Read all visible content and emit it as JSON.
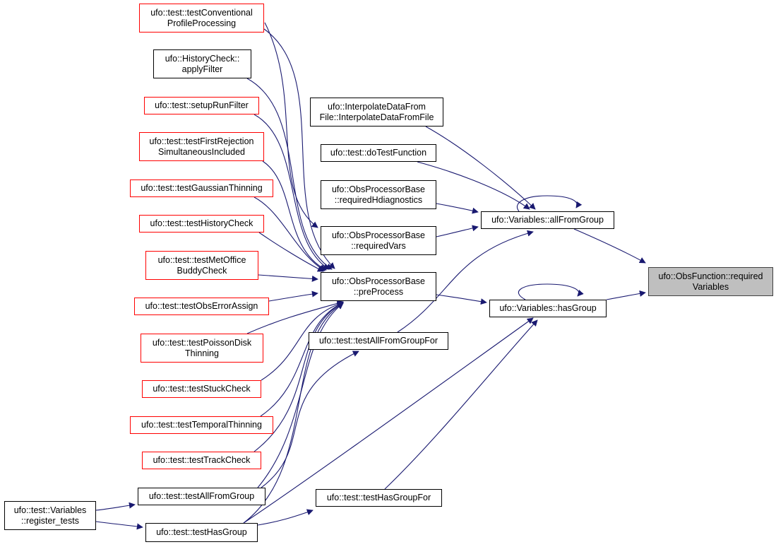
{
  "colors": {
    "edge": "#191970",
    "border_default": "#000000",
    "border_missing": "#ff0000",
    "root_fill": "#bfbfbf"
  },
  "nodes": {
    "required_variables": "ufo::ObsFunction::required\nVariables",
    "all_from_group": "ufo::Variables::allFromGroup",
    "has_group": "ufo::Variables::hasGroup",
    "interpolate": "ufo::InterpolateDataFrom\nFile::InterpolateDataFromFile",
    "do_test_function": "ufo::test::doTestFunction",
    "required_hdiagnostics": "ufo::ObsProcessorBase\n::requiredHdiagnostics",
    "required_vars": "ufo::ObsProcessorBase\n::requiredVars",
    "pre_process": "ufo::ObsProcessorBase\n::preProcess",
    "test_all_from_group_for": "ufo::test::testAllFromGroupFor",
    "test_has_group_for": "ufo::test::testHasGroupFor",
    "test_conventional": "ufo::test::testConventional\nProfileProcessing",
    "history_check_apply": "ufo::HistoryCheck::\napplyFilter",
    "setup_run_filter": "ufo::test::setupRunFilter",
    "test_first_rejection": "ufo::test::testFirstRejection\nSimultaneousIncluded",
    "test_gaussian": "ufo::test::testGaussianThinning",
    "test_history_check": "ufo::test::testHistoryCheck",
    "test_met_office": "ufo::test::testMetOffice\nBuddyCheck",
    "test_obs_error": "ufo::test::testObsErrorAssign",
    "test_poisson": "ufo::test::testPoissonDisk\nThinning",
    "test_stuck": "ufo::test::testStuckCheck",
    "test_temporal": "ufo::test::testTemporalThinning",
    "test_track": "ufo::test::testTrackCheck",
    "test_all_from_group": "ufo::test::testAllFromGroup",
    "test_has_group": "ufo::test::testHasGroup",
    "register_tests": "ufo::test::Variables\n::register_tests"
  }
}
